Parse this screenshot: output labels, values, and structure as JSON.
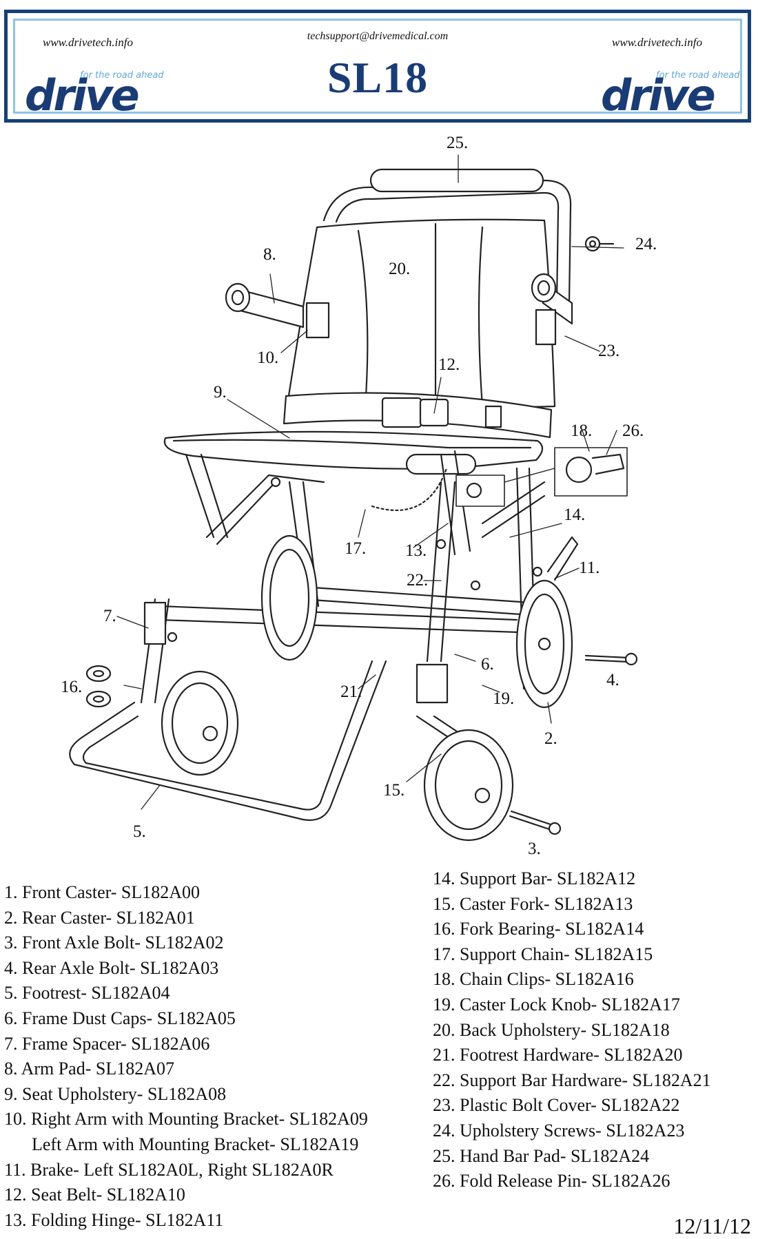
{
  "header": {
    "url_left": "www.drivetech.info",
    "url_right": "www.drivetech.info",
    "email": "techsupport@drivemedical.com",
    "title": "SL18",
    "logo_word": "drive",
    "logo_tagline": "for the road ahead"
  },
  "callouts": [
    "25.",
    "24.",
    "8.",
    "20.",
    "23.",
    "10.",
    "12.",
    "9.",
    "18.",
    "26.",
    "14.",
    "11.",
    "17.",
    "13.",
    "22.",
    "7.",
    "6.",
    "4.",
    "16.",
    "21.",
    "19.",
    "2.",
    "15.",
    "5.",
    "3."
  ],
  "parts_left": [
    "1. Front Caster- SL182A00",
    "2. Rear Caster- SL182A01",
    "3. Front Axle Bolt- SL182A02",
    "4. Rear Axle Bolt- SL182A03",
    "5. Footrest- SL182A04",
    "6. Frame Dust Caps- SL182A05",
    "7. Frame Spacer- SL182A06",
    "8. Arm Pad- SL182A07",
    "9. Seat Upholstery- SL182A08",
    "10. Right Arm  with Mounting Bracket- SL182A09",
    "Left Arm with Mounting Bracket- SL182A19",
    "11. Brake- Left SL182A0L, Right SL182A0R",
    "12. Seat Belt- SL182A10",
    "13. Folding Hinge- SL182A11"
  ],
  "parts_right": [
    "14. Support Bar- SL182A12",
    "15. Caster Fork- SL182A13",
    "16. Fork Bearing- SL182A14",
    "17. Support Chain- SL182A15",
    "18. Chain Clips- SL182A16",
    "19. Caster Lock Knob- SL182A17",
    "20. Back Upholstery- SL182A18",
    "21. Footrest Hardware- SL182A20",
    "22. Support Bar Hardware- SL182A21",
    "23. Plastic Bolt Cover- SL182A22",
    "24. Upholstery Screws- SL182A23",
    "25. Hand Bar Pad- SL182A24",
    "26. Fold Release Pin- SL182A26"
  ],
  "date": "12/11/12",
  "colors": {
    "navy": "#1a3c75",
    "light_blue": "#8fc3e6",
    "tagline": "#5fa7d6"
  }
}
